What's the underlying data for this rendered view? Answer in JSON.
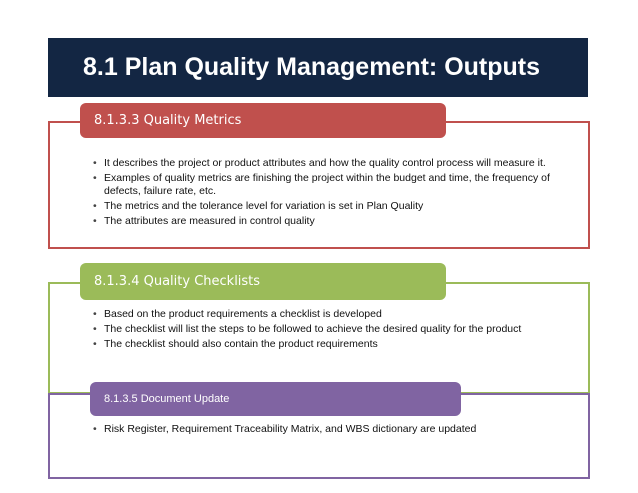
{
  "title": "8.1 Plan Quality Management: Outputs",
  "sections": [
    {
      "heading": "8.1.3.3 Quality Metrics",
      "color": "#c0504d",
      "bullets": [
        "It describes the project or product attributes and how the quality control process will measure it.",
        "Examples of quality metrics are finishing the project within the budget and time, the frequency of defects, failure rate, etc.",
        "The metrics and the tolerance level for variation is set in Plan Quality",
        "The attributes are measured in control quality"
      ]
    },
    {
      "heading": "8.1.3.4 Quality Checklists",
      "color": "#9bbb59",
      "bullets": [
        "Based on the product requirements a checklist is developed",
        "The checklist will list the steps to be followed to achieve the desired quality for the product",
        "The checklist should also contain the product requirements"
      ]
    },
    {
      "heading": "8.1.3.5 Document Update",
      "color": "#8064a2",
      "bullets": [
        "Risk Register, Requirement Traceability Matrix, and WBS dictionary are updated"
      ]
    }
  ]
}
